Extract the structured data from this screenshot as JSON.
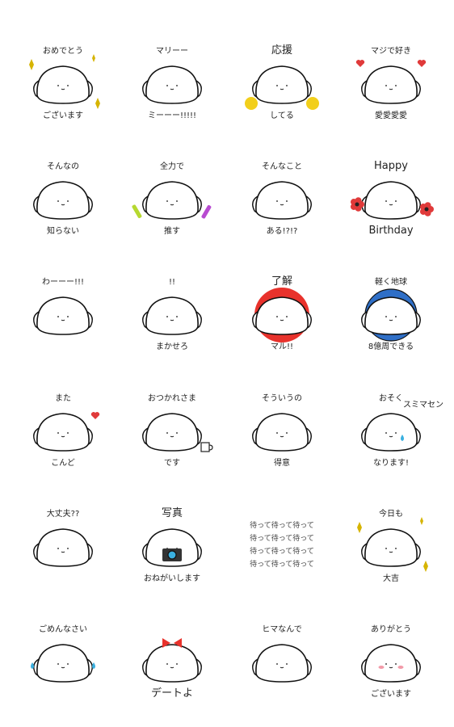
{
  "stickers": [
    {
      "top": "おめでとう",
      "bottom": "ございます",
      "deco": "sparkle"
    },
    {
      "top": "マリーー",
      "bottom": "ミーーー!!!!!",
      "deco": "none"
    },
    {
      "top": "応援",
      "bottom": "してる",
      "deco": "pompom"
    },
    {
      "top": "マジで好き",
      "bottom": "愛愛愛愛",
      "deco": "hearts"
    },
    {
      "top": "そんなの",
      "bottom": "知らない",
      "deco": "none"
    },
    {
      "top": "全力で",
      "bottom": "推す",
      "deco": "penlight"
    },
    {
      "top": "そんなこと",
      "bottom": "ある!?!?",
      "deco": "none"
    },
    {
      "top": "Happy",
      "bottom": "Birthday",
      "deco": "flowers"
    },
    {
      "top": "わーーー!!!",
      "bottom": "",
      "deco": "none"
    },
    {
      "top": "!!",
      "bottom": "まかせろ",
      "deco": "none"
    },
    {
      "top": "了解",
      "bottom": "マル!!",
      "deco": "ring"
    },
    {
      "top": "軽く地球",
      "bottom": "8億周できる",
      "deco": "earth"
    },
    {
      "top": "また",
      "bottom": "こんど",
      "deco": "heart"
    },
    {
      "top": "おつかれさま",
      "bottom": "です",
      "deco": "cup"
    },
    {
      "top": "そういうの",
      "bottom": "得意",
      "deco": "none"
    },
    {
      "top": "おそく",
      "bottom": "なります!",
      "extra": "スミマセン",
      "deco": "tear"
    },
    {
      "top": "大丈夫??",
      "bottom": "",
      "deco": "none"
    },
    {
      "top": "写真",
      "bottom": "おねがいします",
      "deco": "camera"
    },
    {
      "top": "",
      "bottom": "",
      "deco": "wait",
      "lines": [
        "待って待って待って",
        "待って待って待って",
        "待って待って待って",
        "待って待って待って"
      ]
    },
    {
      "top": "今日も",
      "bottom": "大吉",
      "deco": "sparkle"
    },
    {
      "top": "ごめんなさい",
      "bottom": "",
      "deco": "tears"
    },
    {
      "top": "",
      "bottom": "デートよ",
      "deco": "ribbon"
    },
    {
      "top": "ヒマなんで",
      "bottom": "",
      "deco": "none"
    },
    {
      "top": "ありがとう",
      "bottom": "ございます",
      "deco": "blush"
    }
  ],
  "colors": {
    "line": "#111111",
    "ring": "#e8322c",
    "heart": "#e03a3a",
    "earth_sea": "#2f6fc7",
    "earth_land": "#3aa14a",
    "pompom": "#f2cf1b",
    "sparkle": "#d6b400",
    "penlight_a": "#b6d930",
    "penlight_b": "#b84bd1",
    "teardrop": "#3ab0e0",
    "cup": "#222222"
  }
}
